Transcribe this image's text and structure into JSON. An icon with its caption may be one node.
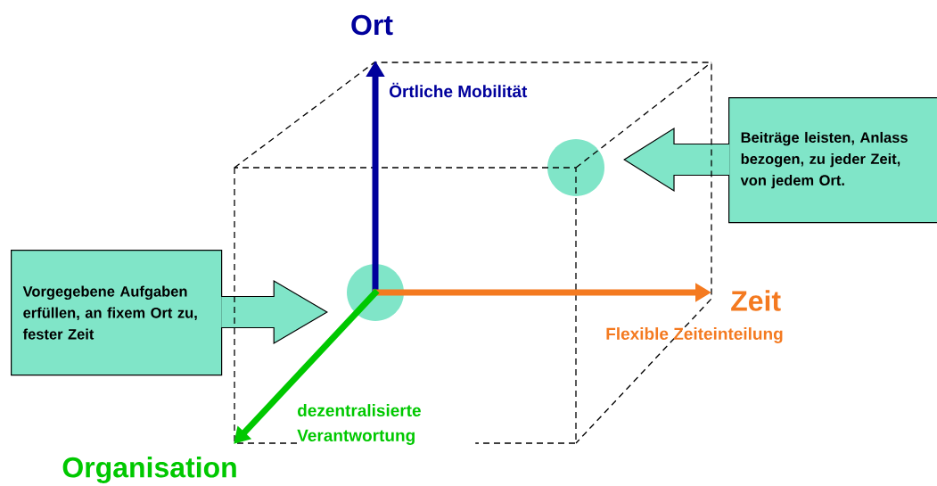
{
  "diagram": {
    "nodes": [
      {
        "text": [],
        "shape": "circle"
      },
      {
        "text": [],
        "shape": "circle"
      },
      {
        "text": [
          "Vorgegebene Aufgaben erfüllen, an fixem Ort zu, fester Zeit"
        ]
      },
      {
        "text": [
          "Beiträge leisten, Anlass bezogen, zu jeder Zeit, von jedem Ort."
        ]
      }
    ],
    "edges": [
      {
        "from": 2,
        "to": 0,
        "arrow": "to"
      },
      {
        "from": 3,
        "to": 1,
        "arrow": "to"
      }
    ],
    "labels": [
      "Ort",
      "Örtliche Mobilität",
      "Zeit",
      "Flexible Zeiteinteilung",
      "dezentralisierte Verantwortung",
      "Organisation"
    ]
  }
}
